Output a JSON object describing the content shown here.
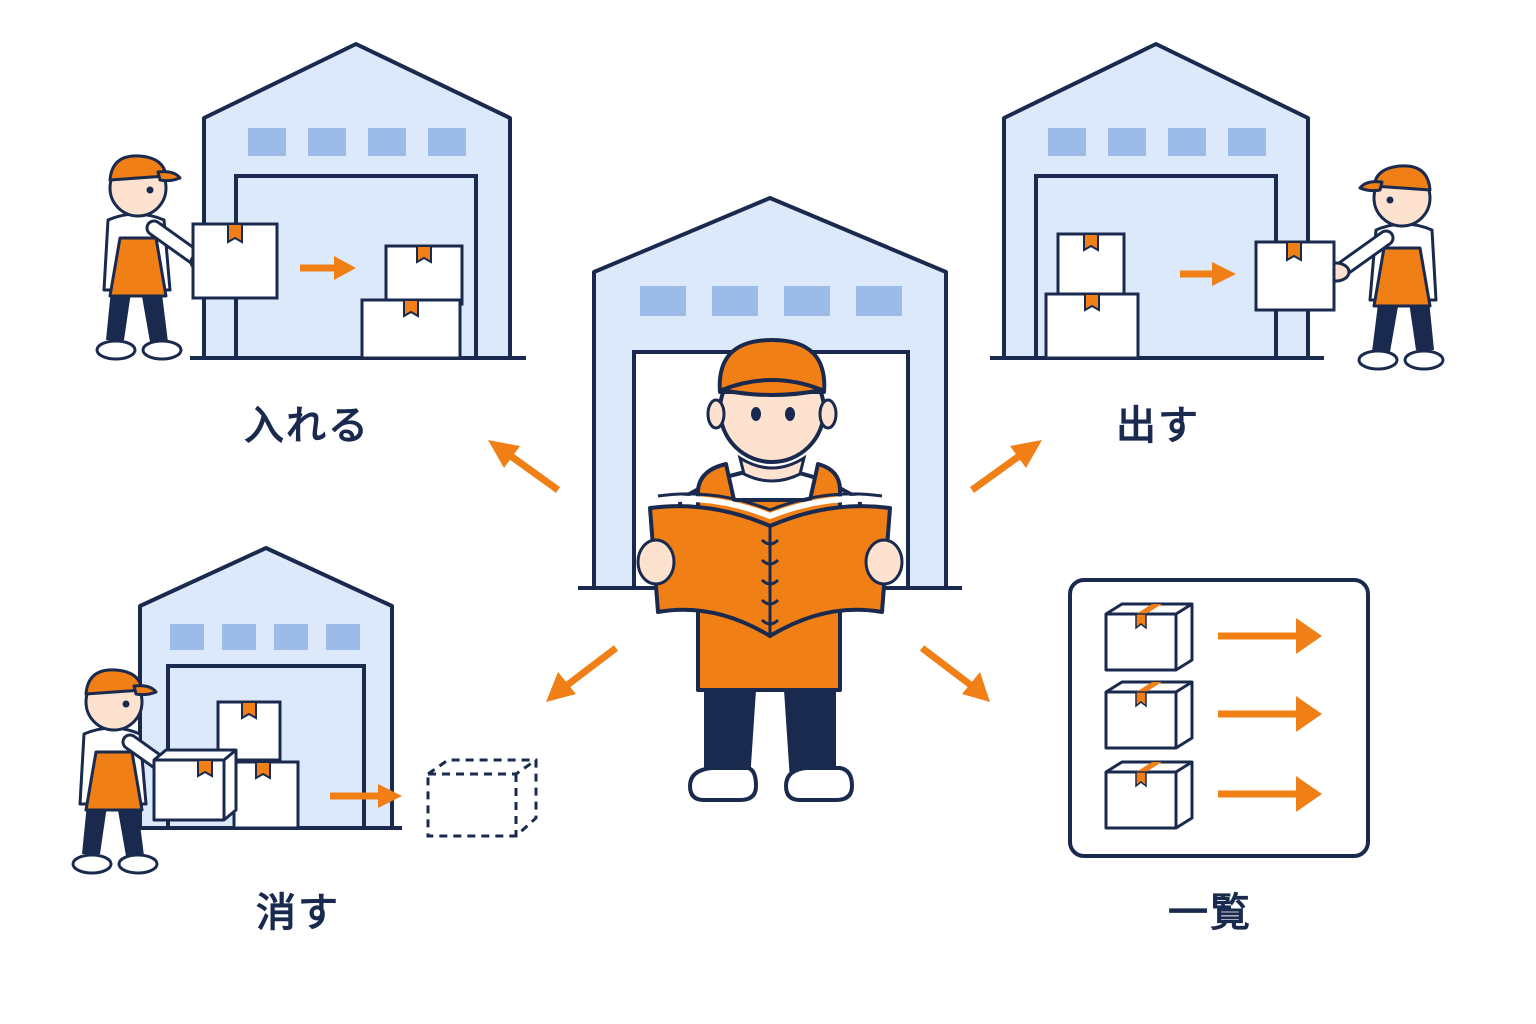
{
  "labels": {
    "put_in": "入れる",
    "take_out": "出す",
    "delete": "消す",
    "list": "一覧"
  },
  "colors": {
    "navy": "#1a2a4f",
    "orange": "#f07f16",
    "warehouse_fill": "#dce9fb",
    "window_fill": "#9cbbe8",
    "skin": "#fde3cf",
    "box_fill": "#ffffff"
  },
  "icons": [
    "warehouse-icon",
    "worker-icon",
    "box-icon",
    "arrow-icon",
    "book-icon",
    "dashed-box-icon",
    "list-panel-icon"
  ]
}
